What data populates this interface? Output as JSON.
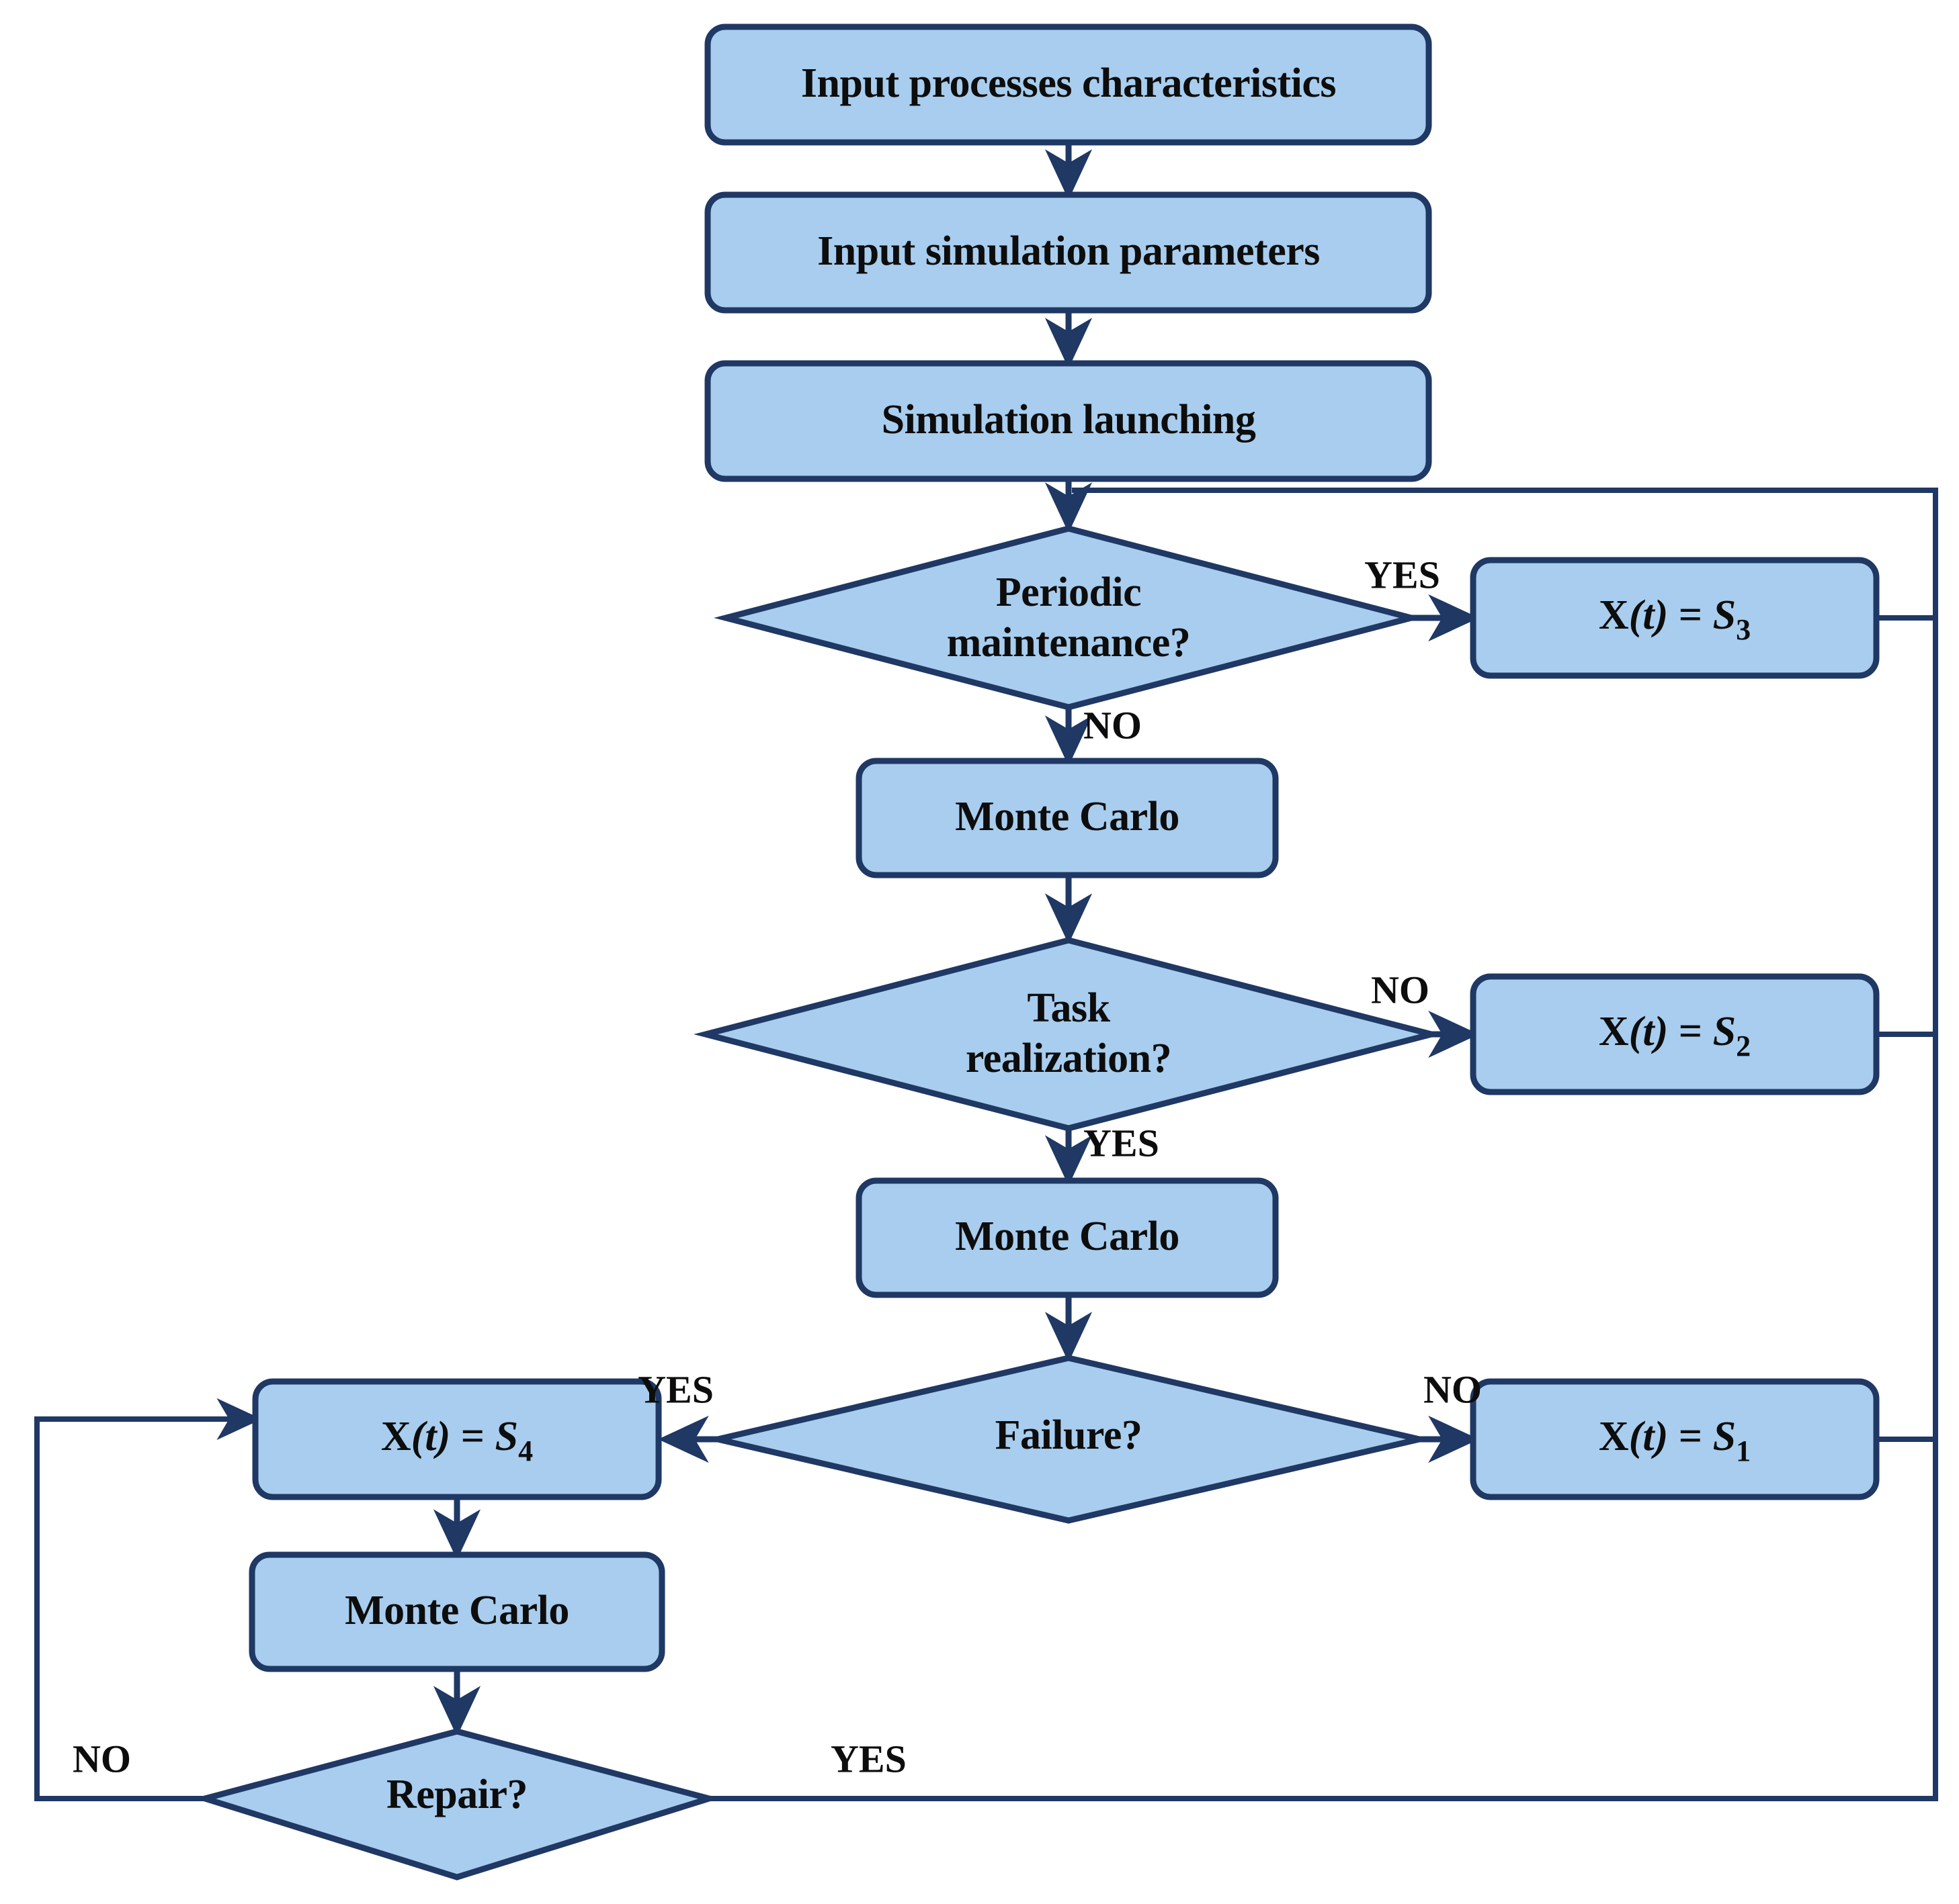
{
  "diagram": {
    "title": "Monte Carlo simulation state flowchart",
    "colors": {
      "node_fill": "#A8CDEE",
      "node_border": "#1F3864",
      "text": "#0D0D0D",
      "background": "#FFFFFF"
    },
    "nodes": {
      "input_processes": "Input processes characteristics",
      "input_parameters": "Input simulation parameters",
      "simulation_launching": "Simulation launching",
      "periodic_maintenance_line1": "Periodic",
      "periodic_maintenance_line2": "maintenance?",
      "monte_carlo_1": "Monte Carlo",
      "task_realization_line1": "Task",
      "task_realization_line2": "realization?",
      "monte_carlo_2": "Monte Carlo",
      "failure": "Failure?",
      "monte_carlo_3": "Monte Carlo",
      "repair": "Repair?",
      "state_s3_x": "X",
      "state_s3_t": "(t)",
      "state_s3_eq": " = ",
      "state_s3_s": "S",
      "state_s3_sub": "3",
      "state_s2_x": "X",
      "state_s2_t": "(t)",
      "state_s2_eq": " = ",
      "state_s2_s": "S",
      "state_s2_sub": "2",
      "state_s1_x": "X",
      "state_s1_t": "(t)",
      "state_s1_eq": " = ",
      "state_s1_s": "S",
      "state_s1_sub": "1",
      "state_s4_x": "X",
      "state_s4_t": "(t)",
      "state_s4_eq": " = ",
      "state_s4_s": "S",
      "state_s4_sub": "4"
    },
    "edge_labels": {
      "maintenance_yes": "YES",
      "maintenance_no": "NO",
      "task_no": "NO",
      "task_yes": "YES",
      "failure_yes": "YES",
      "failure_no": "NO",
      "repair_no": "NO",
      "repair_yes": "YES"
    }
  }
}
